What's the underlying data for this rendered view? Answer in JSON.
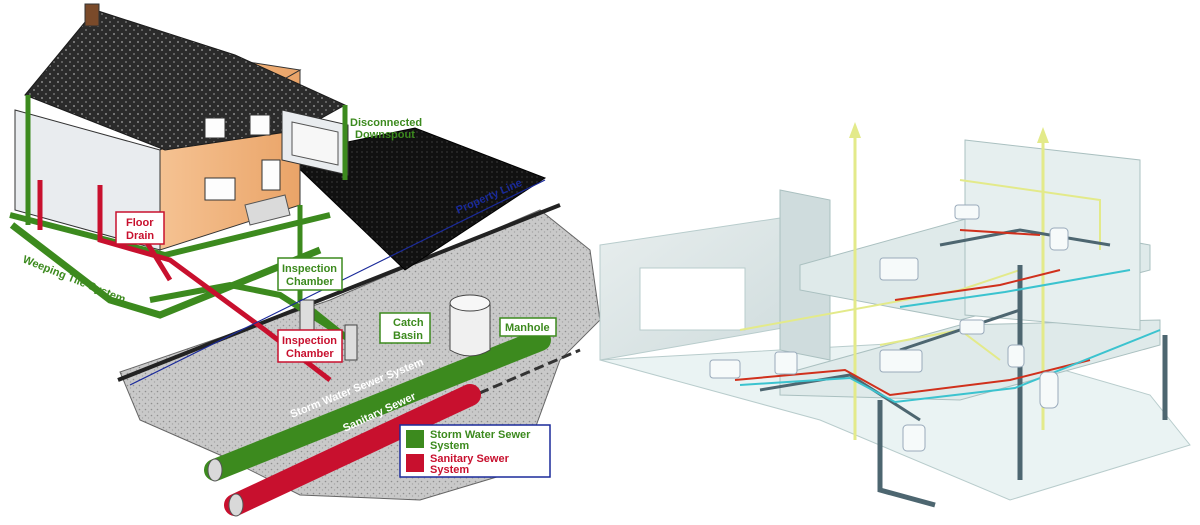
{
  "colors": {
    "storm": "#3c8a1e",
    "sanitary": "#c8102e",
    "property_line": "#1a2a9a",
    "roof": "#2b2b2b",
    "wall": "#f2b27a",
    "vent": "#e3ea8a",
    "pipe": "#4d6670"
  },
  "left_diagram": {
    "labels": {
      "disconnected_downspout_1": "Disconnected",
      "disconnected_downspout_2": "Downspout",
      "property_line": "Property Line",
      "floor_drain_1": "Floor",
      "floor_drain_2": "Drain",
      "weeping_tile": "Weeping Tile System",
      "inspection_chamber_green_1": "Inspection",
      "inspection_chamber_green_2": "Chamber",
      "inspection_chamber_red_1": "Inspection",
      "inspection_chamber_red_2": "Chamber",
      "catch_basin_1": "Catch",
      "catch_basin_2": "Basin",
      "manhole": "Manhole",
      "storm_water_sewer_system": "Storm Water Sewer System",
      "sanitary_sewer": "Sanitary Sewer"
    },
    "legend": {
      "storm_1": "Storm Water Sewer",
      "storm_2": "System",
      "sanitary_1": "Sanitary Sewer",
      "sanitary_2": "System"
    }
  },
  "right_diagram": {
    "icons": [
      "vent-stack-arrow",
      "plumbing-fixture",
      "toilet",
      "bathtub",
      "sink",
      "water-heater"
    ]
  }
}
